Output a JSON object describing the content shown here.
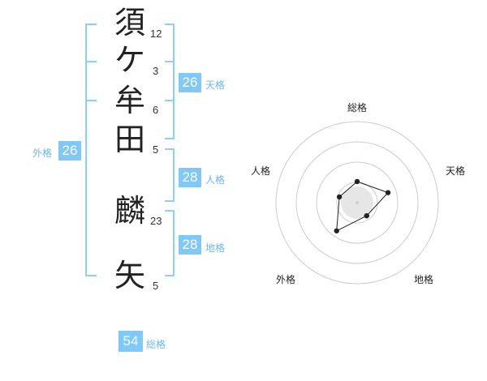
{
  "characters": [
    {
      "char": "須",
      "strokes": "12"
    },
    {
      "char": "ケ",
      "strokes": "3"
    },
    {
      "char": "牟",
      "strokes": "6"
    },
    {
      "char": "田",
      "strokes": "5"
    },
    {
      "char": "麟",
      "strokes": "23"
    },
    {
      "char": "矢",
      "strokes": "5"
    }
  ],
  "kaku": {
    "tenkaku": {
      "value": "26",
      "label": "天格"
    },
    "jinkaku": {
      "value": "28",
      "label": "人格"
    },
    "chikaku": {
      "value": "28",
      "label": "地格"
    },
    "gaikaku": {
      "value": "26",
      "label": "外格"
    },
    "soukaku": {
      "value": "54",
      "label": "総格"
    }
  },
  "radar": {
    "axes": [
      "総格",
      "天格",
      "地格",
      "外格",
      "人格"
    ],
    "values": [
      0.26,
      0.4,
      0.2,
      0.43,
      0.23
    ],
    "colors": {
      "ring": "#cccccc",
      "line": "#222222",
      "point": "#222222",
      "center": "#e6e6e6"
    }
  },
  "colors": {
    "accent": "#7fc8f8",
    "bracket": "#8ecff5"
  }
}
